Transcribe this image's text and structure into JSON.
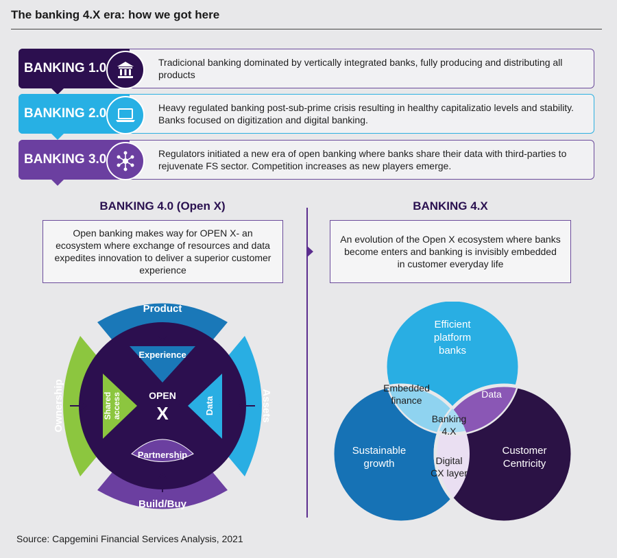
{
  "header": {
    "title": "The banking 4.X era: how we got here"
  },
  "eras": [
    {
      "label": "BANKING 1.0",
      "icon": "bank-building-icon",
      "color": "#2c0f4f",
      "description": "Tradicional banking dominated by vertically integrated banks, fully producing and distributing all products"
    },
    {
      "label": "BANKING 2.0",
      "icon": "laptop-icon",
      "color": "#27b0e4",
      "description": "Heavy regulated banking post-sub-prime crisis resulting in healthy capitalizatio levels and stability. Banks focused on digitization and digital banking."
    },
    {
      "label": "BANKING 3.0",
      "icon": "network-hub-icon",
      "color": "#6b3fa0",
      "description": "Regulators initiated a new era of open banking where banks share their data with third-parties to rejuvenate FS sector. Competition increases as new players emerge."
    }
  ],
  "left": {
    "heading": "BANKING 4.0 (Open X)",
    "summary": "Open banking makes way for OPEN X- an ecosystem where exchange of resources and data expedites innovation to deliver a superior customer experience",
    "wheel": {
      "center_line1": "OPEN",
      "center_line2": "X",
      "outer": {
        "top": "Product",
        "right": "Assets",
        "bottom": "Build/Buy",
        "left": "Ownership"
      },
      "inner": {
        "top": "Experience",
        "right": "Data",
        "bottom": "Partnership",
        "left_line1": "Shared",
        "left_line2": "access"
      },
      "colors": {
        "top": "#1a78b8",
        "right": "#29aee3",
        "bottom": "#6b3fa0",
        "left": "#8cc63f",
        "core": "#2c0f4f"
      }
    }
  },
  "right": {
    "heading": "BANKING 4.X",
    "summary": "An evolution of the Open X ecosystem where banks become enters and banking is invisibly embedded in customer everyday life",
    "venn": {
      "top_line1": "Efficient",
      "top_line2": "platform",
      "top_line3": "banks",
      "left_line1": "Sustainable",
      "left_line2": "growth",
      "right_line1": "Customer",
      "right_line2": "Centricity",
      "overlap_tl_line1": "Embedded",
      "overlap_tl_line2": "finance",
      "overlap_tr": "Data",
      "overlap_b_line1": "Digital",
      "overlap_b_line2": "CX layer",
      "center_line1": "Banking",
      "center_line2": "4.X",
      "colors": {
        "top": "#29aee3",
        "left": "#1672b5",
        "right": "#2b1245"
      }
    }
  },
  "footer": {
    "source": "Source: Capgemini Financial Services Analysis, 2021"
  }
}
